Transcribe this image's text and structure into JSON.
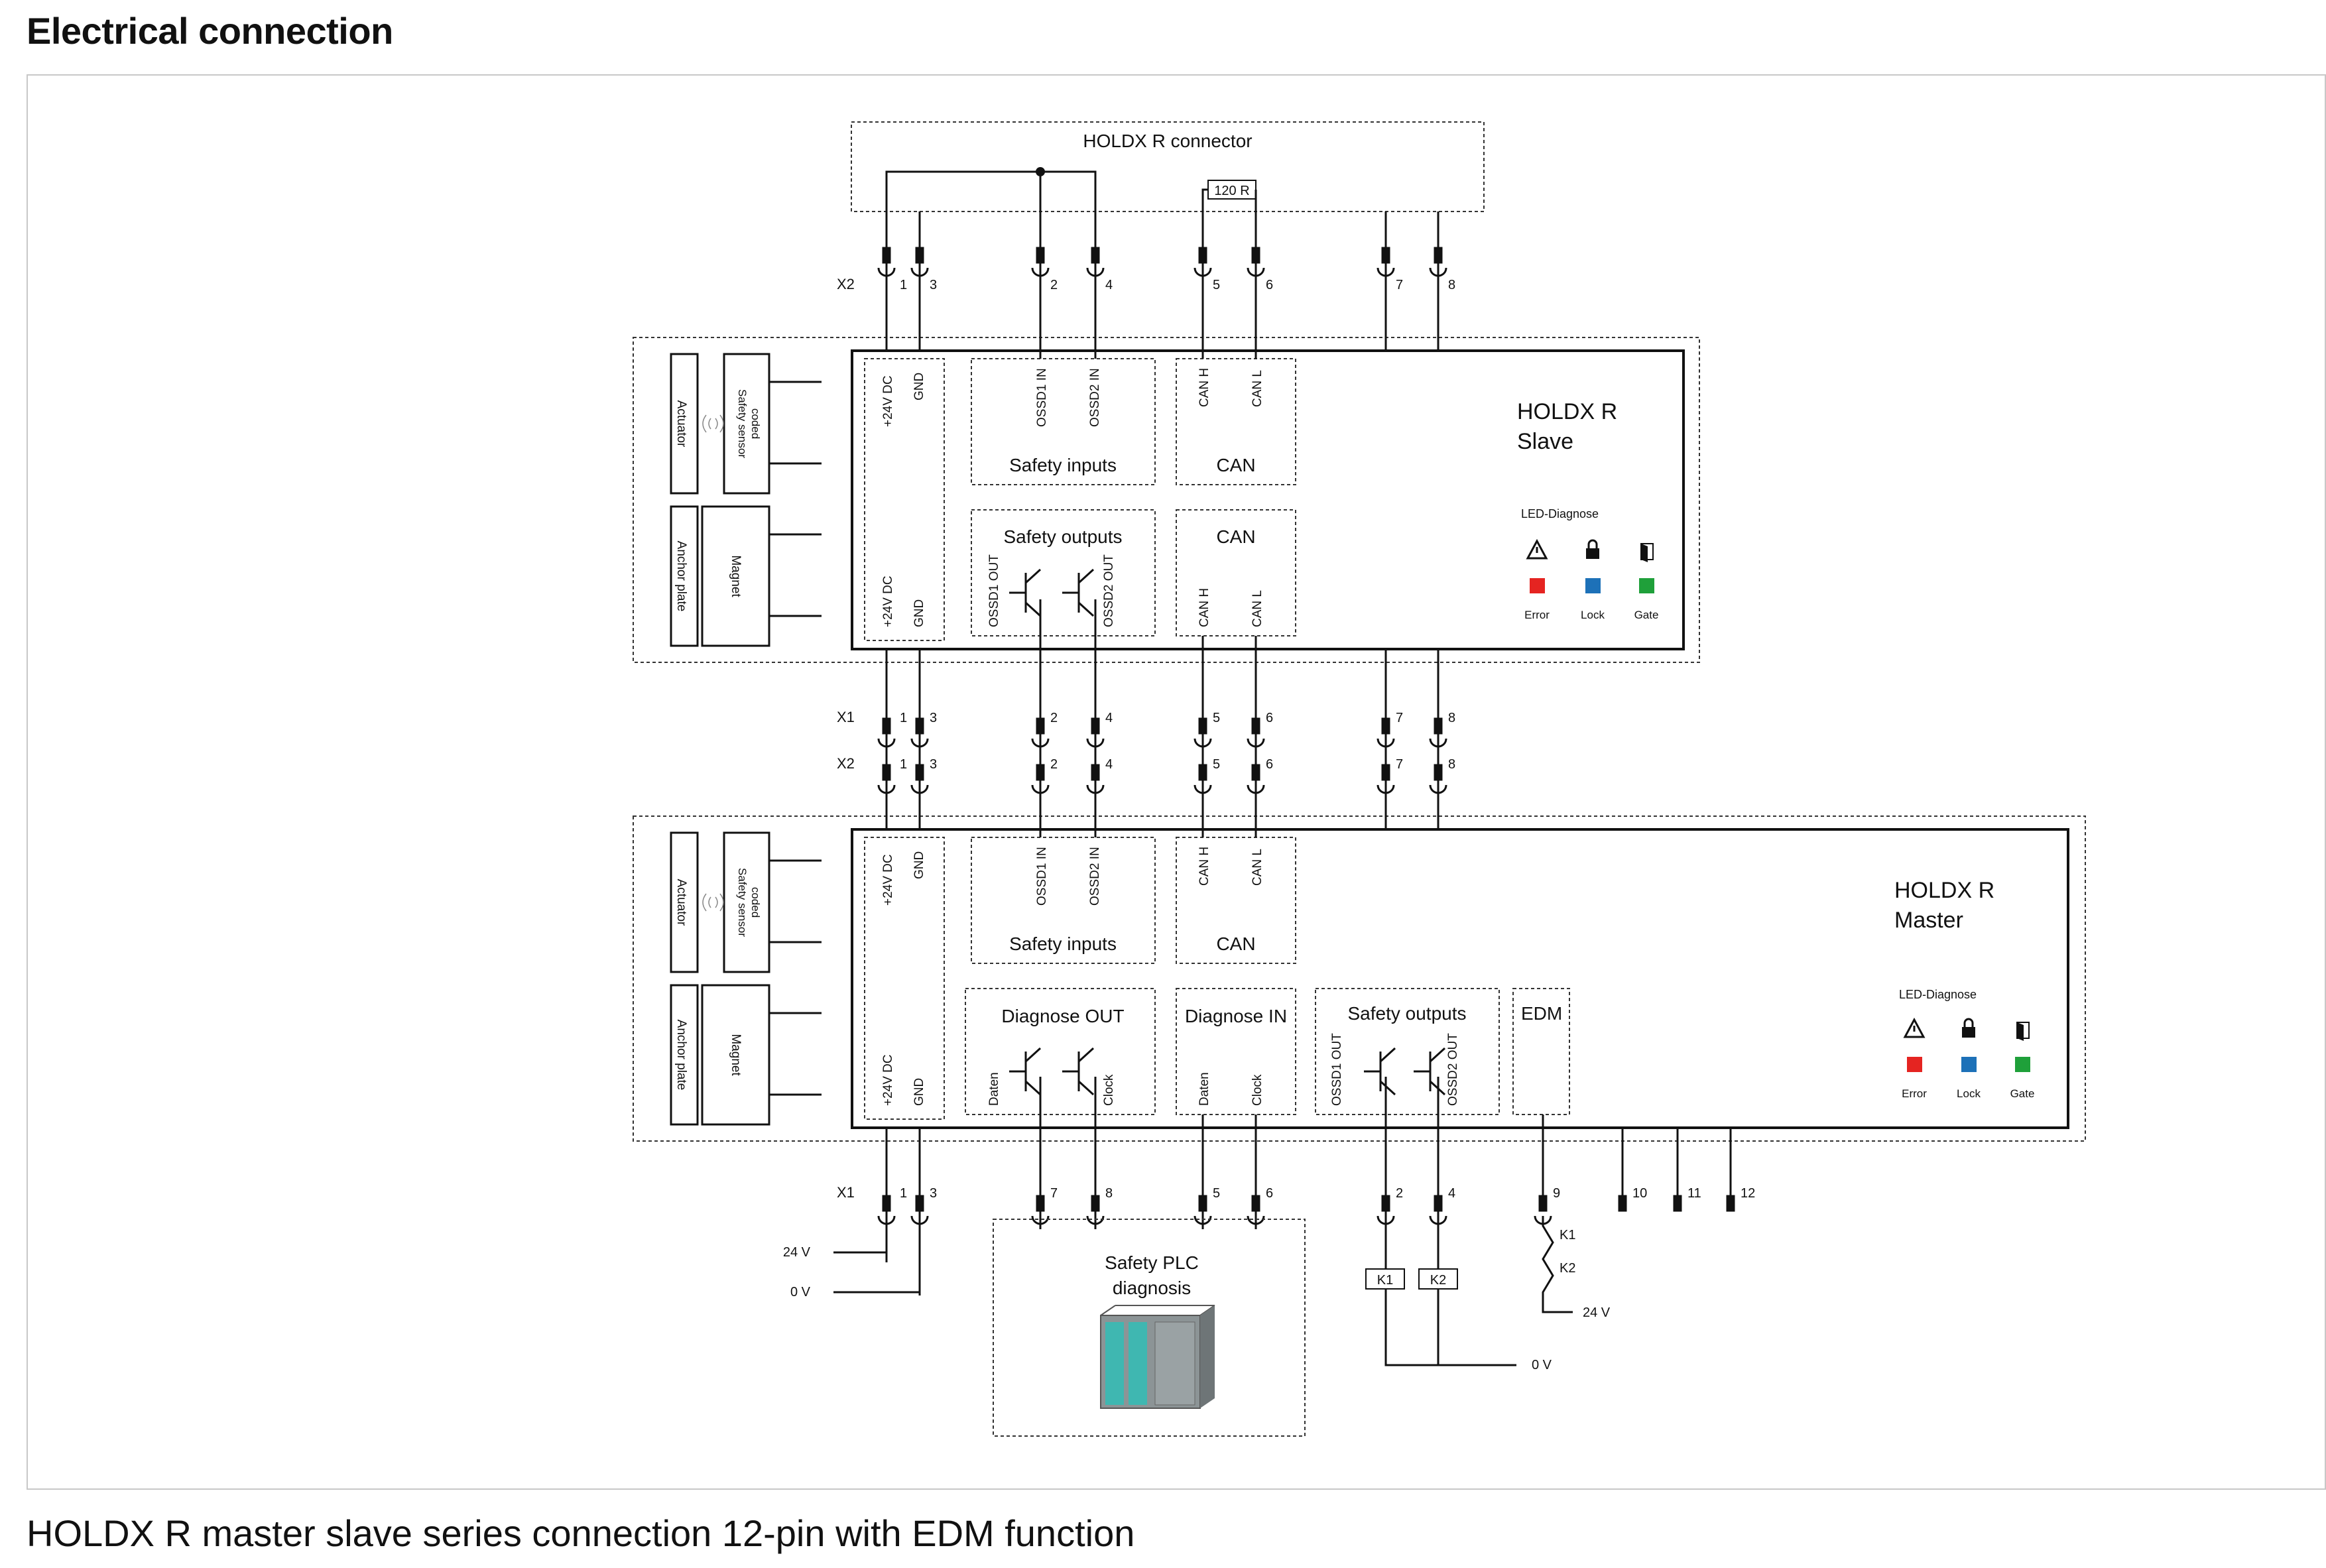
{
  "page": {
    "title": "Electrical connection",
    "caption": "HOLDX R master slave series connection 12-pin with EDM function"
  },
  "connector": {
    "title": "HOLDX R connector",
    "resistor": "120 R"
  },
  "x_labels": {
    "x1": "X1",
    "x2": "X2"
  },
  "pins": {
    "p1": "1",
    "p2": "2",
    "p3": "3",
    "p4": "4",
    "p5": "5",
    "p6": "6",
    "p7": "7",
    "p8": "8",
    "p9": "9",
    "p10": "10",
    "p11": "11",
    "p12": "12"
  },
  "slave": {
    "name_line1": "HOLDX R",
    "name_line2": "Slave",
    "power_24v": "+24V DC",
    "power_gnd": "GND",
    "ossd1_in": "OSSD1 IN",
    "ossd2_in": "OSSD2 IN",
    "safety_inputs": "Safety inputs",
    "can_h": "CAN H",
    "can_l": "CAN L",
    "can": "CAN",
    "safety_outputs": "Safety outputs",
    "ossd1_out": "OSSD1 OUT",
    "ossd2_out": "OSSD2 OUT"
  },
  "master": {
    "name_line1": "HOLDX R",
    "name_line2": "Master",
    "diagnose_out": "Diagnose OUT",
    "diagnose_in": "Diagnose IN",
    "daten": "Daten",
    "clock": "Clock",
    "edm": "EDM"
  },
  "side": {
    "actuator": "Actuator",
    "sensor_line1": "Safety sensor",
    "sensor_line2": "coded",
    "anchor_plate": "Anchor plate",
    "magnet": "Magnet"
  },
  "led": {
    "title": "LED-Diagnose",
    "error": "Error",
    "lock": "Lock",
    "gate": "Gate",
    "error_color": "#e52421",
    "lock_color": "#1d71b8",
    "gate_color": "#1fa03a"
  },
  "wiring": {
    "v24": "24 V",
    "v0": "0 V",
    "v24b": "24 V",
    "v0b": "0 V",
    "k1": "K1",
    "k2": "K2"
  },
  "plc": {
    "line1": "Safety PLC",
    "line2": "diagnosis",
    "icon": "plc-icon"
  }
}
